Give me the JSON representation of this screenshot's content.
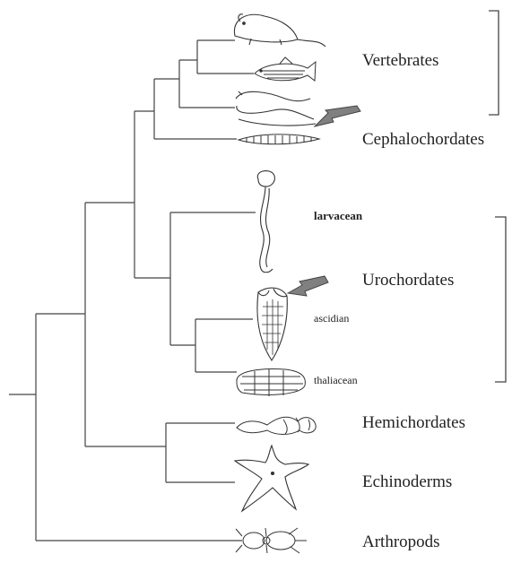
{
  "groups": {
    "vertebrates": "Vertebrates",
    "cephalochordates": "Cephalochordates",
    "urochordates": "Urochordates",
    "hemichordates": "Hemichordates",
    "echinoderms": "Echinoderms",
    "arthropods": "Arthropods"
  },
  "taxa": {
    "larvacean": "larvacean",
    "ascidian": "ascidian",
    "thaliacean": "thaliacean"
  },
  "colors": {
    "line": "#444444",
    "arrow_fill": "#808080"
  },
  "icons": [
    "mouse-icon",
    "fish-icon",
    "lamprey-icon",
    "lancelet-icon",
    "larvacean-icon",
    "ascidian-icon",
    "thaliacean-icon",
    "acorn-worm-icon",
    "starfish-icon",
    "insect-icon",
    "arrow-icon"
  ]
}
